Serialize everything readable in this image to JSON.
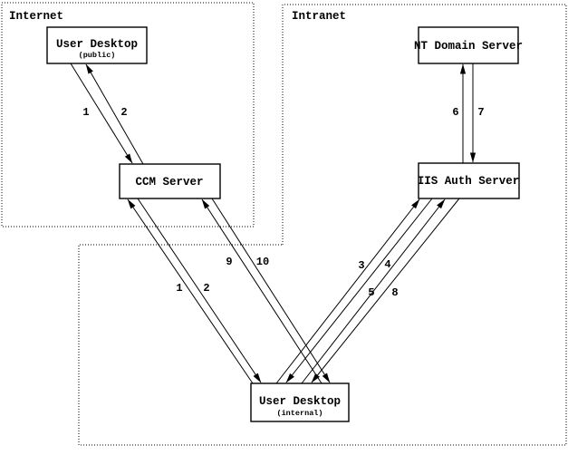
{
  "zones": {
    "internet": {
      "label": "Internet"
    },
    "intranet": {
      "label": "Intranet"
    }
  },
  "nodes": {
    "user_desktop_public": {
      "title": "User Desktop",
      "subtitle": "(public)"
    },
    "ccm_server": {
      "title": "CCM Server"
    },
    "nt_domain_server": {
      "title": "NT Domain Server"
    },
    "iis_auth_server": {
      "title": "IIS Auth Server"
    },
    "user_desktop_internal": {
      "title": "User Desktop",
      "subtitle": "(internal)"
    }
  },
  "flow_labels": {
    "public_to_ccm": {
      "step1": "1",
      "step2": "2"
    },
    "nt_to_iis": {
      "step6": "6",
      "step7": "7"
    },
    "internal_to_ccm_first": {
      "step1": "1",
      "step2": "2"
    },
    "internal_to_ccm_second": {
      "step9": "9",
      "step10": "10"
    },
    "internal_to_iis_first": {
      "step3": "3",
      "step4": "4"
    },
    "internal_to_iis_second": {
      "step5": "5",
      "step8": "8"
    }
  },
  "colors": {
    "stroke": "#000000",
    "background": "#ffffff",
    "text": "#000000"
  }
}
